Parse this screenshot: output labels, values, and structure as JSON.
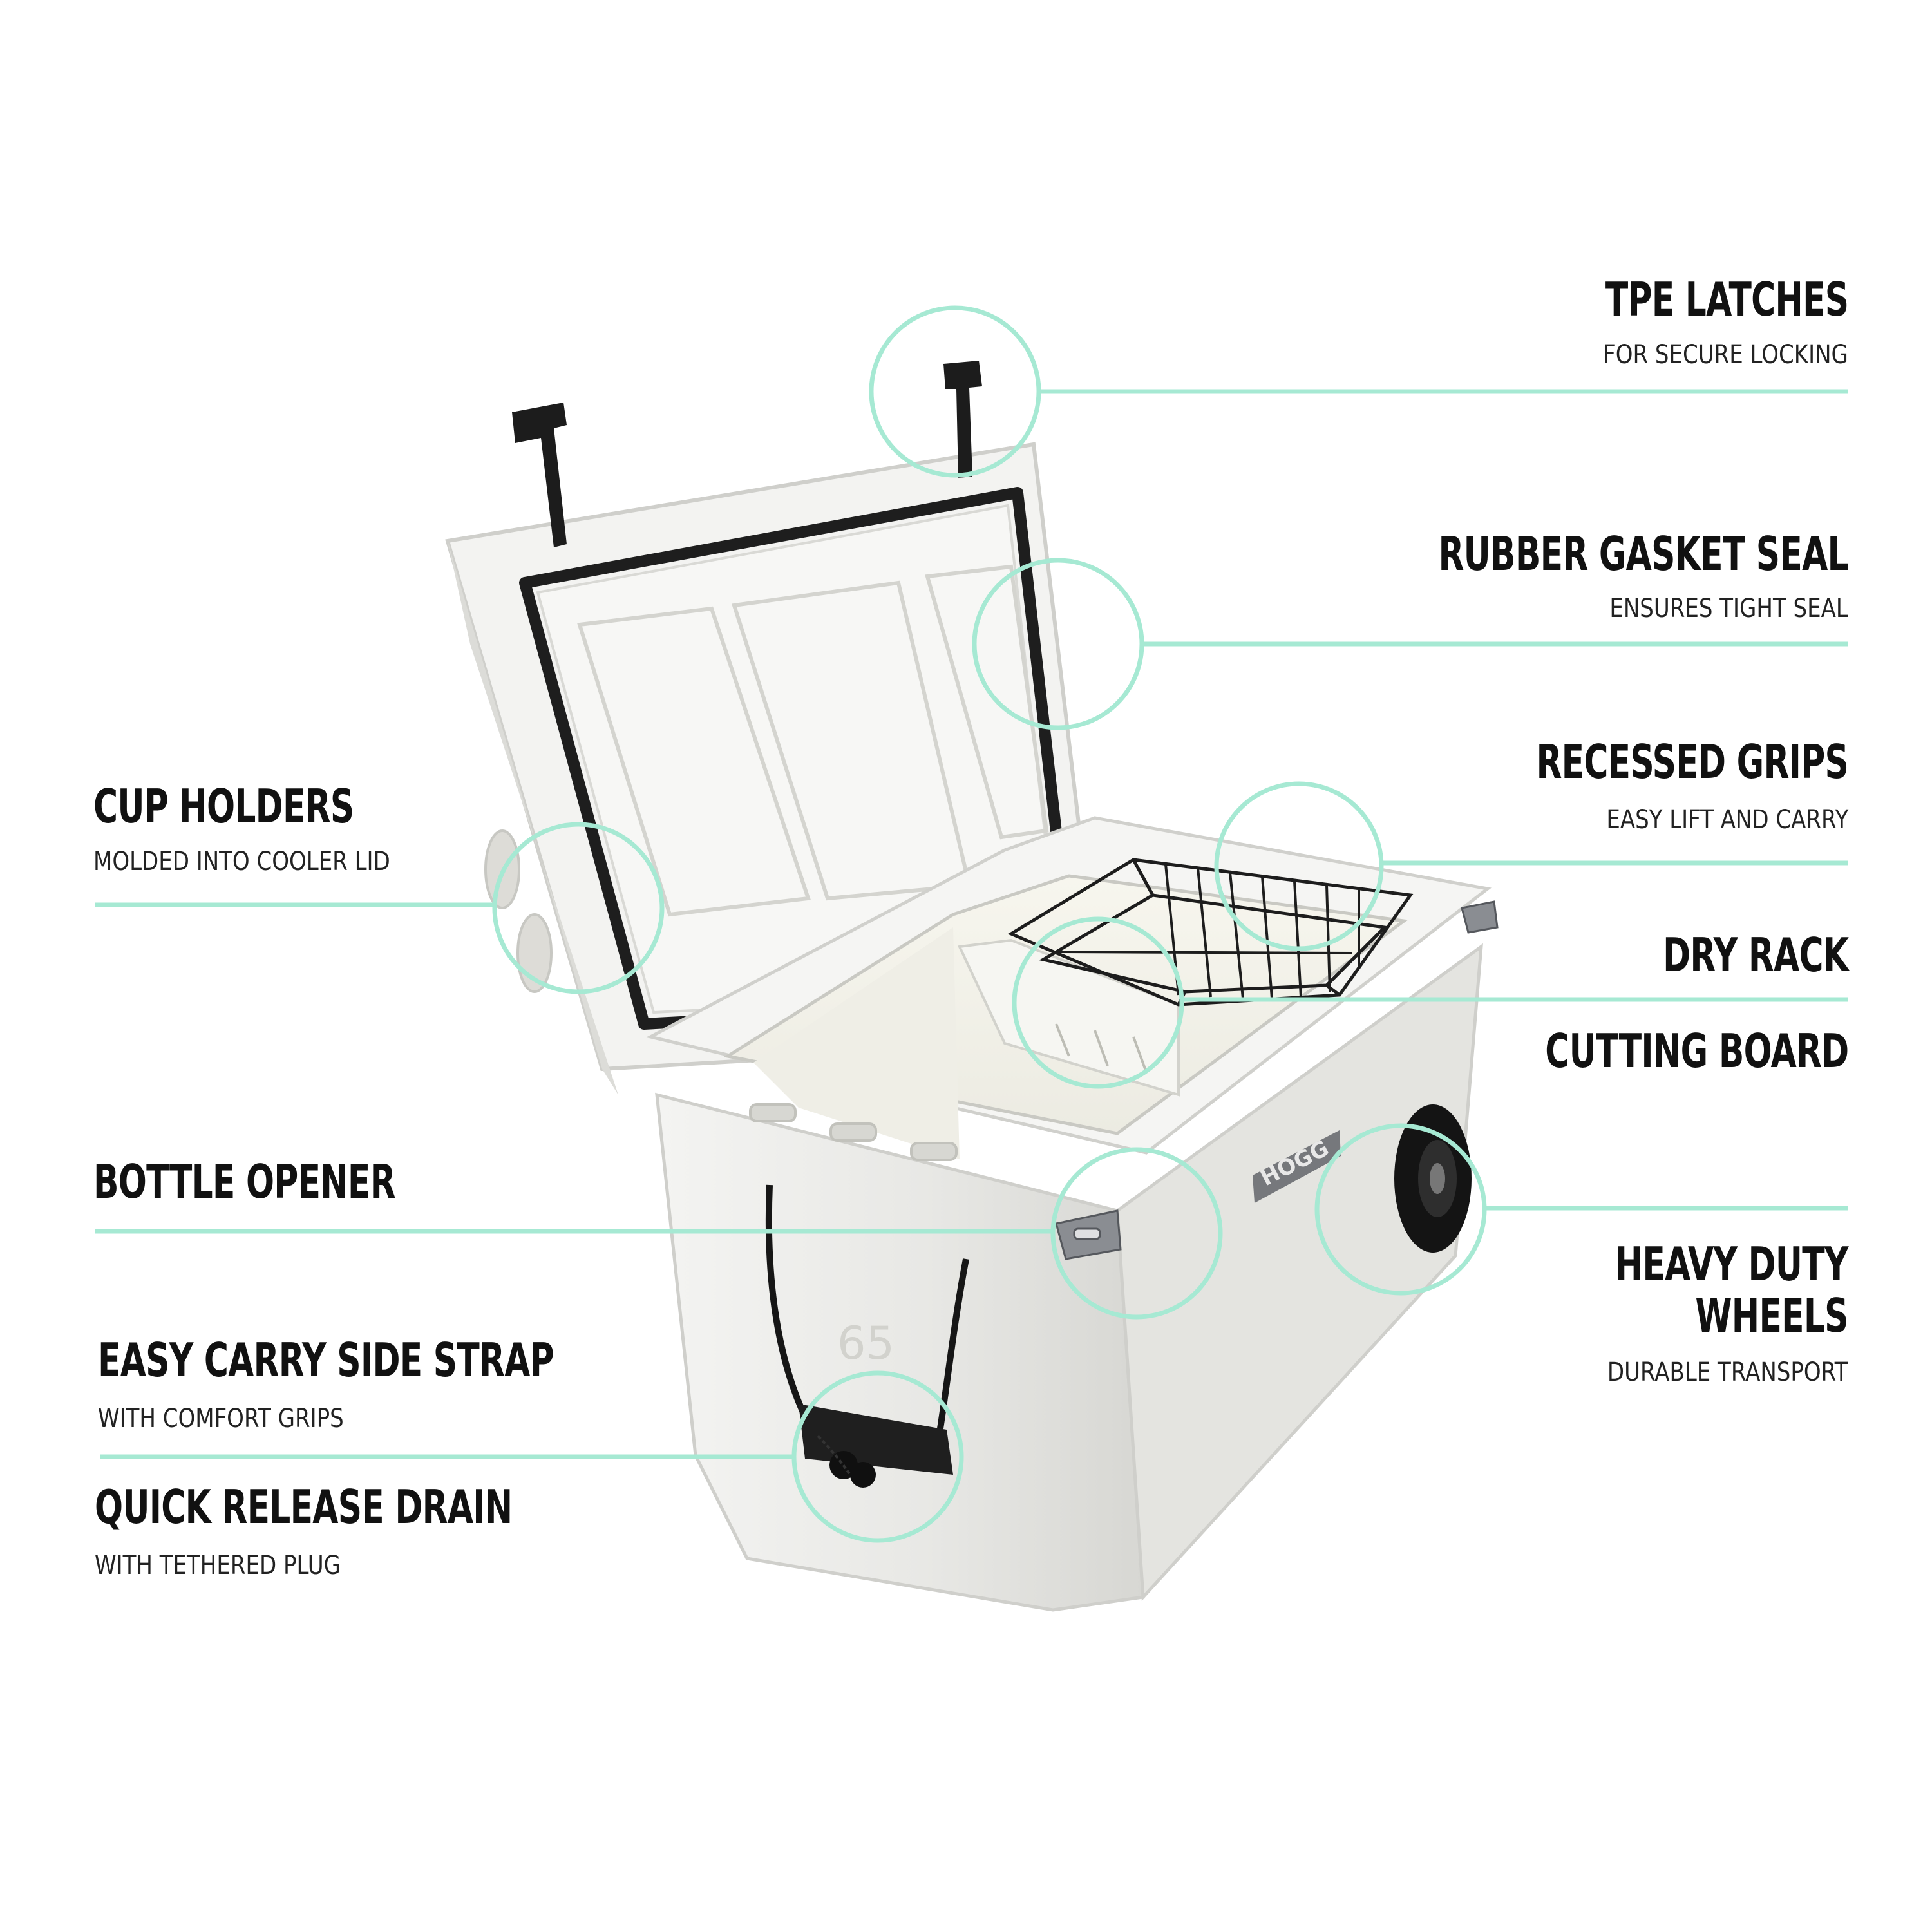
{
  "accent_color": "#a6e9d3",
  "cooler": {
    "brand": "HOGG",
    "size_mark": "65"
  },
  "features": {
    "tpe_latches": {
      "title": "TPE LATCHES",
      "subtitle": "FOR SECURE LOCKING"
    },
    "rubber_gasket": {
      "title": "RUBBER GASKET SEAL",
      "subtitle": "ENSURES TIGHT SEAL"
    },
    "recessed_grips": {
      "title": "RECESSED GRIPS",
      "subtitle": "EASY LIFT AND CARRY"
    },
    "dry_rack": {
      "title": "DRY RACK"
    },
    "cutting_board": {
      "title": "CUTTING BOARD"
    },
    "wheels": {
      "title_line1": "HEAVY DUTY",
      "title_line2": "WHEELS",
      "subtitle": "DURABLE TRANSPORT"
    },
    "cup_holders": {
      "title": "CUP HOLDERS",
      "subtitle": "MOLDED INTO COOLER LID"
    },
    "bottle_opener": {
      "title": "BOTTLE OPENER"
    },
    "side_strap": {
      "title": "EASY CARRY SIDE STRAP",
      "subtitle": "WITH COMFORT GRIPS"
    },
    "drain": {
      "title": "QUICK RELEASE DRAIN",
      "subtitle": "WITH TETHERED PLUG"
    }
  }
}
